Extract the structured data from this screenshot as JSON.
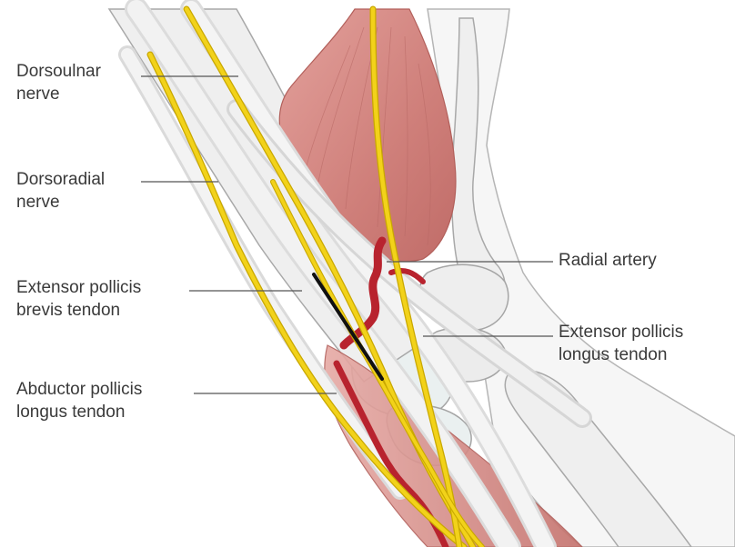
{
  "labels": {
    "dorsoulnar": {
      "line1": "Dorsoulnar",
      "line2": "nerve"
    },
    "dorsoradial": {
      "line1": "Dorsoradial",
      "line2": "nerve"
    },
    "epb": {
      "line1": "Extensor pollicis",
      "line2": "brevis tendon"
    },
    "apl": {
      "line1": "Abductor pollicis",
      "line2": "longus tendon"
    },
    "radial_artery": {
      "line1": "Radial artery"
    },
    "epl": {
      "line1": "Extensor pollicis",
      "line2": "longus tendon"
    }
  },
  "colors": {
    "nerve": "#f2d21a",
    "artery": "#b8232e",
    "muscle": "#d88a86",
    "bone": "#eeeeee",
    "tendon": "#e4e4e4",
    "outline": "#9a9a9a",
    "incision": "#111111"
  }
}
